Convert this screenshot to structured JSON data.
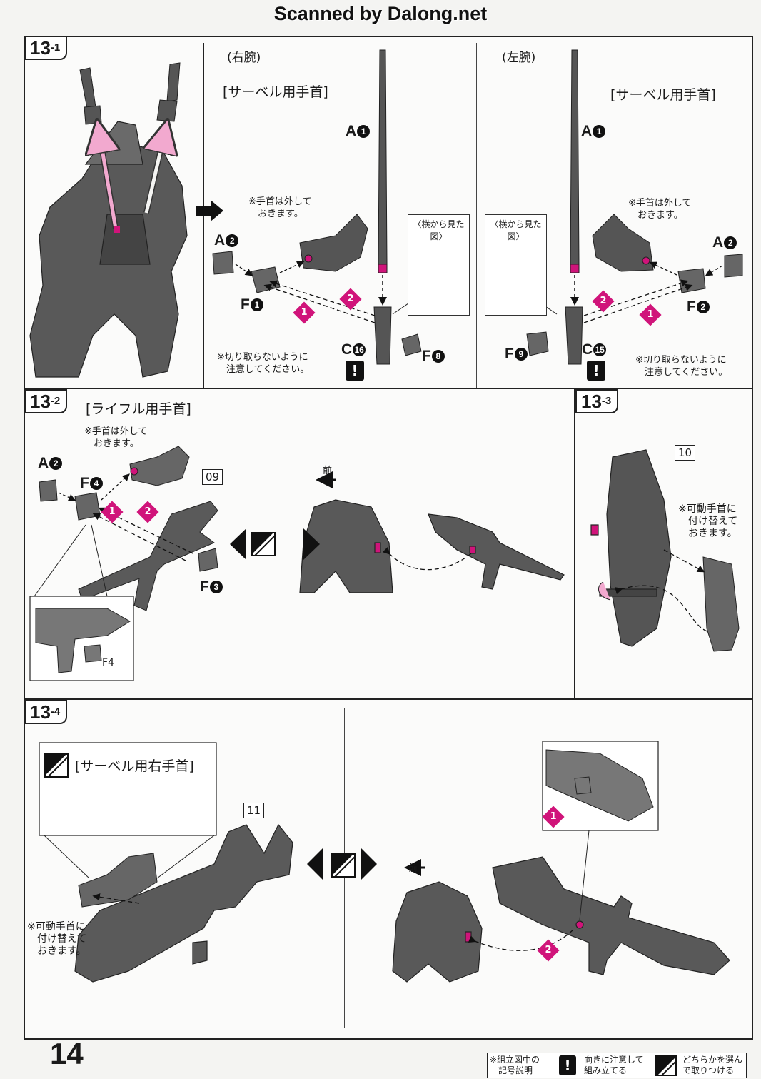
{
  "watermark": "Scanned by Dalong.net",
  "page_number": "14",
  "steps": {
    "s13_1": {
      "main": "13",
      "sub": "-1"
    },
    "s13_2": {
      "main": "13",
      "sub": "-2"
    },
    "s13_3": {
      "main": "13",
      "sub": "-3"
    },
    "s13_4": {
      "main": "13",
      "sub": "-4"
    }
  },
  "panel_13_1": {
    "right_arm": "(右腕)",
    "left_arm": "(左腕)",
    "saber_wrist_r": "[サーベル用手首]",
    "saber_wrist_l": "[サーベル用手首]",
    "note_remove_r": "※手首は外して\n　おきます。",
    "note_remove_l": "※手首は外して\n　おきます。",
    "side_view_r": "〈横から見た図〉",
    "side_view_l": "〈横から見た図〉",
    "caution_r": "※切り取らないように\n　注意してください。",
    "caution_l": "※切り取らないように\n　注意してください。",
    "parts": {
      "a1_r": {
        "letter": "A",
        "num": "1"
      },
      "a1_l": {
        "letter": "A",
        "num": "1"
      },
      "a2_r": {
        "letter": "A",
        "num": "2"
      },
      "a2_l": {
        "letter": "A",
        "num": "2"
      },
      "f1": {
        "letter": "F",
        "num": "1"
      },
      "f2": {
        "letter": "F",
        "num": "2"
      },
      "f8": {
        "letter": "F",
        "num": "8"
      },
      "f9": {
        "letter": "F",
        "num": "9"
      },
      "c16": {
        "letter": "C",
        "num": "16"
      },
      "c15": {
        "letter": "C",
        "num": "15"
      }
    },
    "order_badges": [
      "1",
      "2",
      "1",
      "2"
    ],
    "excl": [
      "!",
      "!"
    ]
  },
  "panel_13_2": {
    "rifle_wrist": "[ライフル用手首]",
    "note_remove": "※手首は外して\n　おきます。",
    "front": "前",
    "part_tag": "09",
    "parts": {
      "a2": {
        "letter": "A",
        "num": "2"
      },
      "f4": {
        "letter": "F",
        "num": "4"
      },
      "f3": {
        "letter": "F",
        "num": "3"
      },
      "f4_small": "F4"
    },
    "order_badges": [
      "1",
      "2"
    ]
  },
  "panel_13_3": {
    "part_tag": "10",
    "note_swap": "※可動手首に\n　付け替えて\n　おきます。"
  },
  "panel_13_4": {
    "saber_right_wrist": "[サーベル用右手首]",
    "part_tag": "11",
    "note_swap": "※可動手首に\n　付け替えて\n　おきます。",
    "front": "前",
    "order_badges": [
      "1",
      "2"
    ]
  },
  "legend": {
    "title": "※組立図中の\n　記号説明",
    "excl_symbol": "!",
    "excl_text": "向きに注意して\n組み立てる",
    "choice_text": "どちらかを選ん\nで取りつける"
  },
  "colors": {
    "accent": "#d0147a",
    "accent_light": "#f2a9cf",
    "ink": "#1a1a1a",
    "line": "#222222"
  }
}
